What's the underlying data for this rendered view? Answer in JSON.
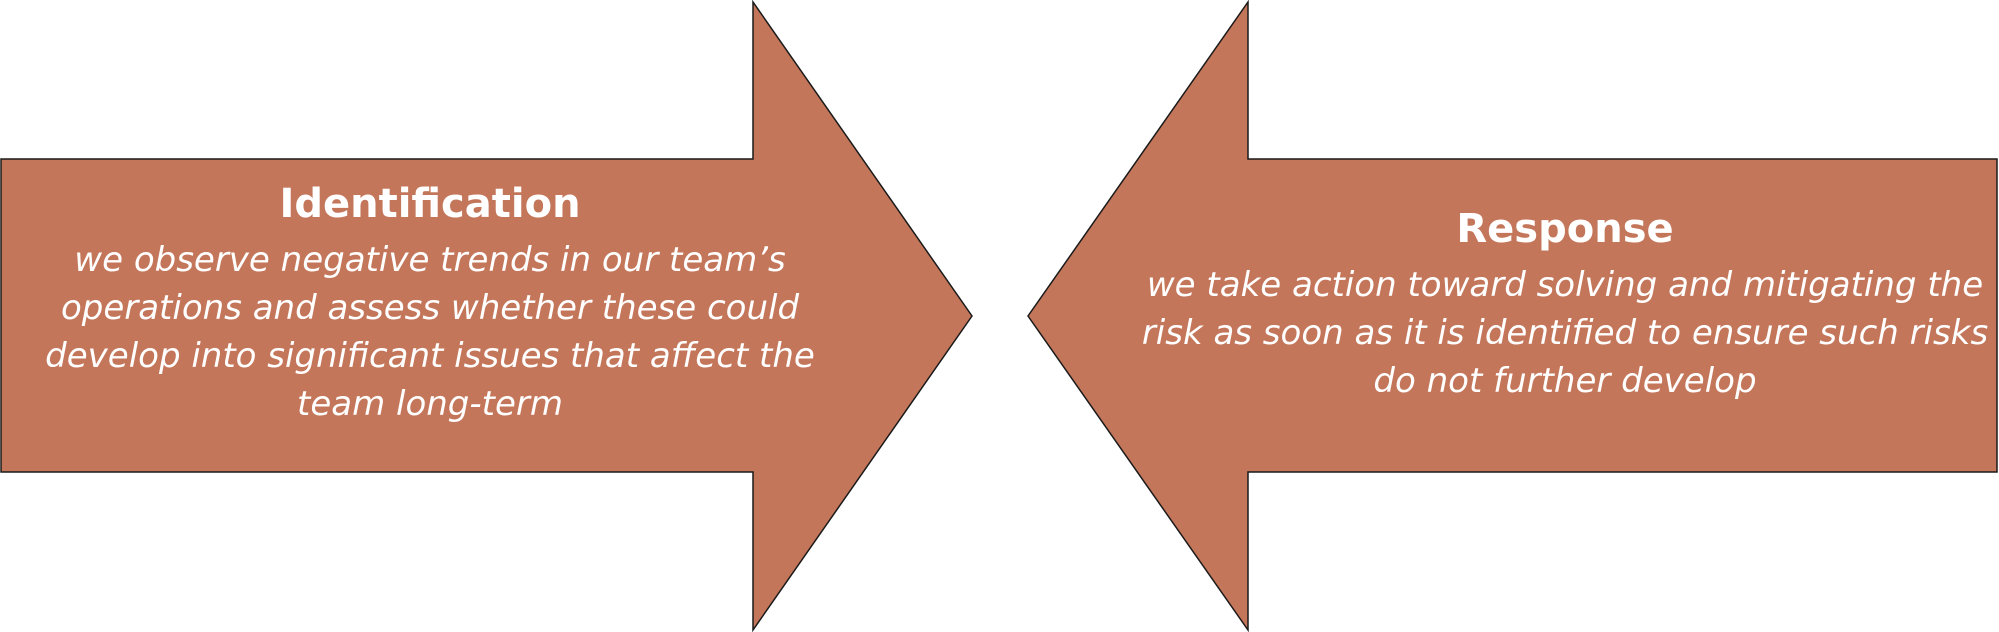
{
  "colors": {
    "arrow_fill": "#c4765a",
    "arrow_stroke": "#1a1a1a",
    "text": "#ffffff",
    "background": "#ffffff"
  },
  "identification": {
    "title": "Identification",
    "description": "we observe negative trends in our team’s operations and assess whether these could develop into significant issues that affect the team long-term"
  },
  "response": {
    "title": "Response",
    "description": "we take action toward solving and mitigating the risk as soon as it is identified to ensure such risks do not further develop"
  }
}
